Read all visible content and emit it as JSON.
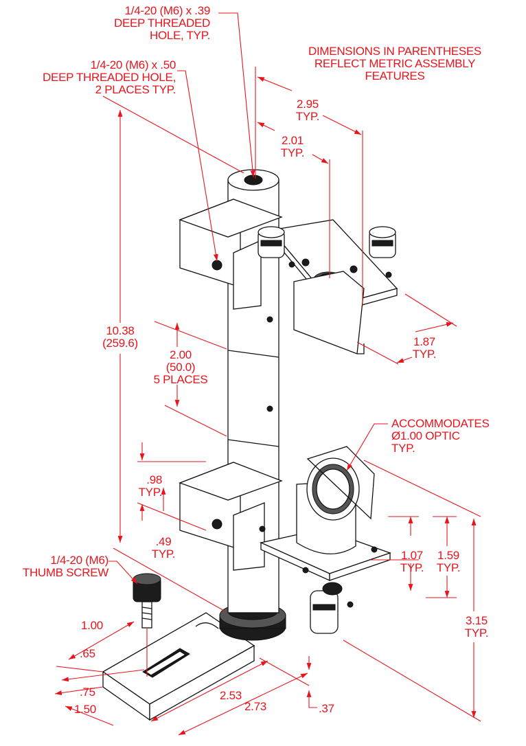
{
  "annotations": {
    "top_hole": [
      "1/4-20 (M6) x .39",
      "DEEP THREADED",
      "HOLE, TYP."
    ],
    "side_hole": [
      "1/4-20 (M6) x .50",
      "DEEP THREADED HOLE,",
      "2 PLACES TYP."
    ],
    "metric_note": [
      "DIMENSIONS IN PARENTHESES",
      "REFLECT METRIC ASSEMBLY",
      "FEATURES"
    ],
    "dim_295": [
      "2.95",
      "TYP."
    ],
    "dim_201": [
      "2.01",
      "TYP."
    ],
    "dim_1038": [
      "10.38",
      "(259.6)"
    ],
    "dim_200": [
      "2.00",
      "(50.0)",
      "5 PLACES"
    ],
    "dim_187": [
      "1.87",
      "TYP."
    ],
    "optic": [
      "ACCOMMODATES",
      "Ø1.00 OPTIC",
      "TYP."
    ],
    "dim_098": [
      ".98",
      "TYP."
    ],
    "dim_049": [
      ".49",
      "TYP."
    ],
    "thumb": [
      "1/4-20 (M6)",
      "THUMB SCREW"
    ],
    "dim_107": [
      "1.07",
      "TYP."
    ],
    "dim_159": [
      "1.59",
      "TYP."
    ],
    "dim_315": [
      "3.15",
      "TYP."
    ],
    "dim_100": "1.00",
    "dim_065": ".65",
    "dim_075": ".75",
    "dim_150": "1.50",
    "dim_253": "2.53",
    "dim_273": "2.73",
    "dim_037": ".37"
  },
  "colors": {
    "dimension": "#e8141c",
    "outline": "#111111",
    "background": "#ffffff"
  }
}
